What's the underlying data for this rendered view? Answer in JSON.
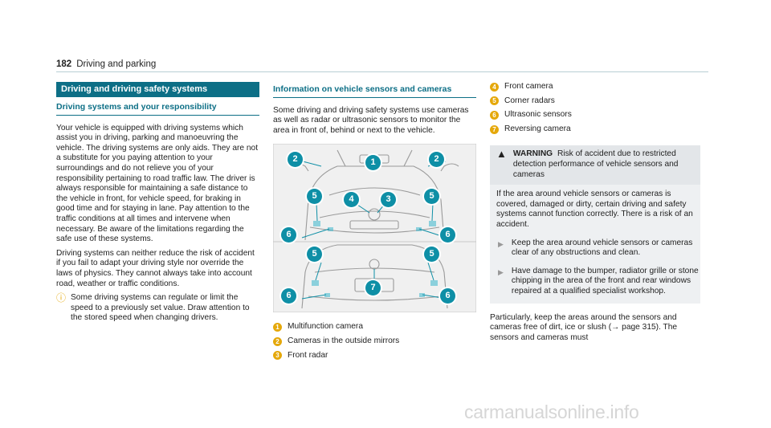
{
  "header": {
    "page_number": "182",
    "title": "Driving and parking"
  },
  "col1": {
    "section_title": "Driving and driving safety systems",
    "subsection_title": "Driving systems and your responsibility",
    "paragraph1": "Your vehicle is equipped with driving systems which assist you in driving, parking and manoeuvring the vehicle. The driving systems are only aids. They are not a substitute for you paying attention to your surroundings and do not relieve you of your responsibility pertaining to road traffic law. The driver is always responsible for maintaining a safe distance to the vehicle in front, for vehicle speed, for braking in good time and for staying in lane. Pay attention to the traffic conditions at all times and intervene when necessary. Be aware of the limitations regarding the safe use of these systems.",
    "paragraph2": "Driving systems can neither reduce the risk of accident if you fail to adapt your driving style nor override the laws of physics. They cannot always take into account road, weather or traffic conditions.",
    "note_icon": "info-icon",
    "note": "Some driving systems can regulate or limit the speed to a previously set value. Draw attention to the stored speed when changing drivers."
  },
  "col2": {
    "subsection_title": "Information on vehicle sensors and cameras",
    "paragraph": "Some driving and driving safety systems use cameras as well as radar or ultrasonic sensors to monitor the area in front of, behind or next to the vehicle.",
    "figure_callouts": [
      "1",
      "2",
      "2",
      "3",
      "4",
      "5",
      "5",
      "6",
      "6",
      "5",
      "5",
      "6",
      "6",
      "7"
    ],
    "legend": [
      {
        "num": "1",
        "label": "Multifunction camera"
      },
      {
        "num": "2",
        "label": "Cameras in the outside mirrors"
      },
      {
        "num": "3",
        "label": "Front radar"
      }
    ]
  },
  "col3": {
    "legend": [
      {
        "num": "4",
        "label": "Front camera"
      },
      {
        "num": "5",
        "label": "Corner radars"
      },
      {
        "num": "6",
        "label": "Ultrasonic sensors"
      },
      {
        "num": "7",
        "label": "Reversing camera"
      }
    ],
    "warning": {
      "icon": "warning-triangle-icon",
      "label": "WARNING",
      "heading": "Risk of accident due to restricted detection performance of vehicle sensors and cameras",
      "body": "If the area around vehicle sensors or cameras is covered, damaged or dirty, certain driving and safety systems cannot function correctly. There is a risk of an accident.",
      "items": [
        "Keep the area around vehicle sensors or cameras clear of any obstructions and clean.",
        "Have damage to the bumper, radiator grille or stone chipping in the area of the front and rear windows repaired at a qualified specialist workshop."
      ]
    },
    "paragraph": "Particularly, keep the areas around the sensors and cameras free of dirt, ice or slush (→ page 315). The sensors and cameras must"
  },
  "watermark": "carmanualsonline.info",
  "colors": {
    "teal": "#0d6f86",
    "callout": "#0e8fa6",
    "note_yellow": "#e5a80a"
  }
}
